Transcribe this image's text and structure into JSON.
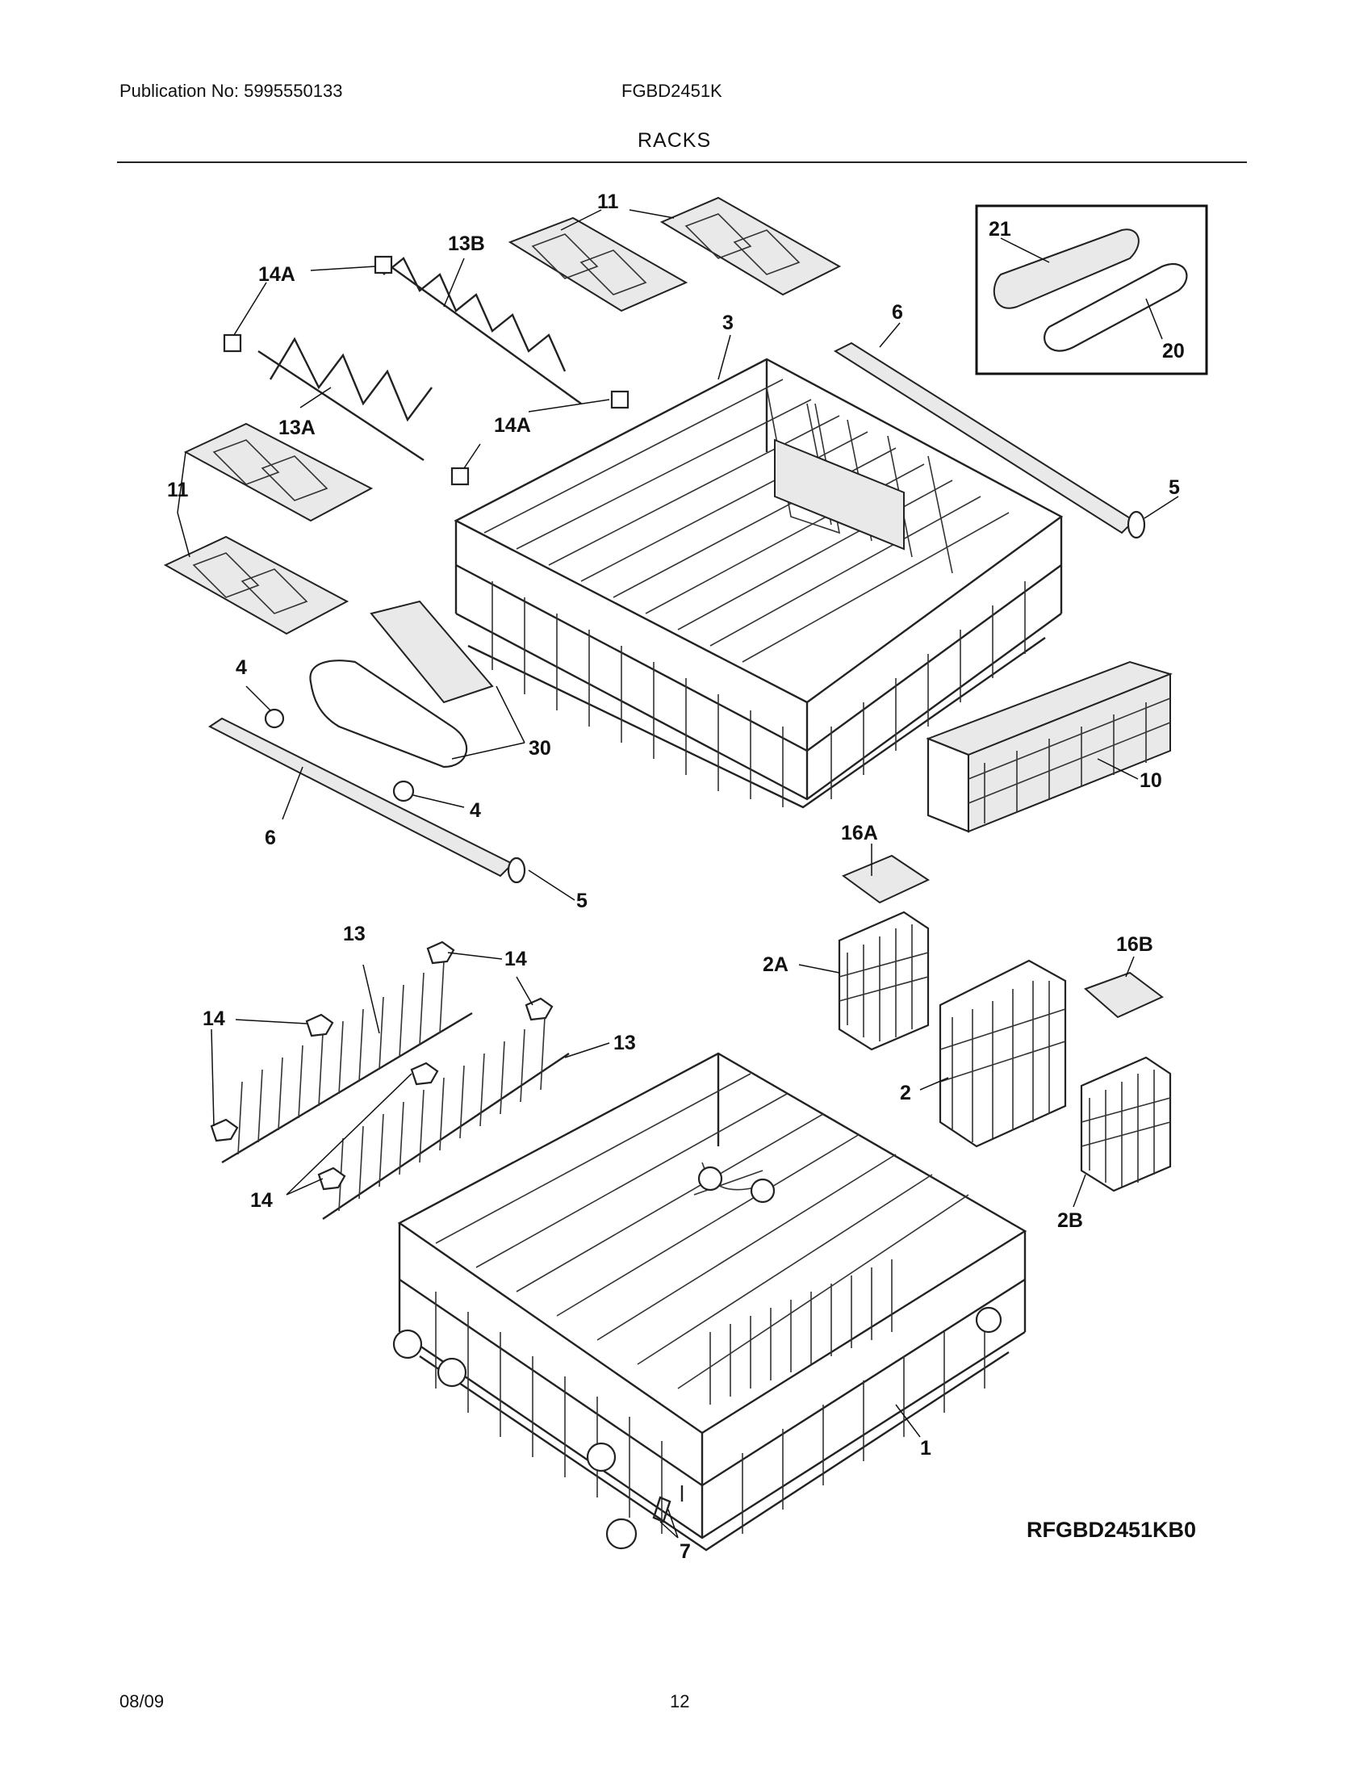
{
  "header": {
    "publication": "Publication No: 5995550133",
    "model": "FGBD2451K",
    "section_title": "RACKS"
  },
  "diagram": {
    "code": "RFGBD2451KB0",
    "callouts": {
      "c11a": "11",
      "c13b": "13B",
      "c14a1": "14A",
      "c13a": "13A",
      "c14a2": "14A",
      "c11b": "11",
      "c3": "3",
      "c6a": "6",
      "c21": "21",
      "c20": "20",
      "c5a": "5",
      "c4a": "4",
      "c30": "30",
      "c4b": "4",
      "c6b": "6",
      "c5b": "5",
      "c10": "10",
      "c16a": "16A",
      "c13c": "13",
      "c14b": "14",
      "c14c": "14",
      "c13d": "13",
      "c2a": "2A",
      "c16b": "16B",
      "c14d": "14",
      "c2": "2",
      "c2b": "2B",
      "c1": "1",
      "c7": "7"
    }
  },
  "footer": {
    "date": "08/09",
    "page": "12"
  }
}
